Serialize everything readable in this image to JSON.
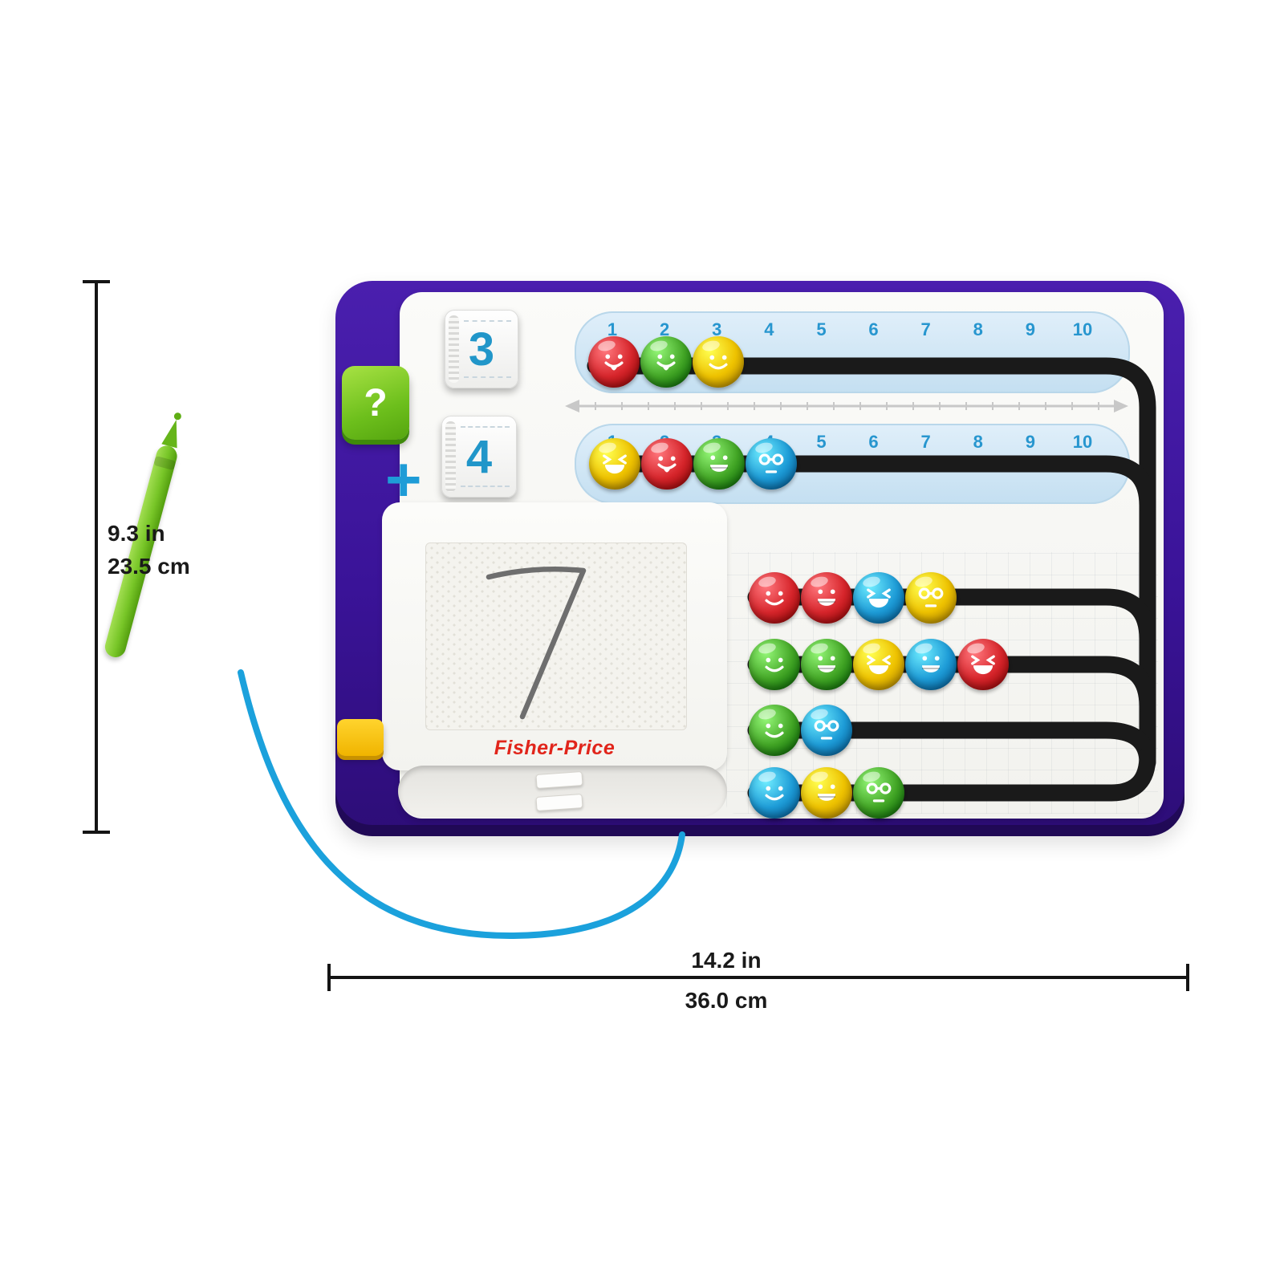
{
  "dimensions": {
    "height_in": "9.3 in",
    "height_cm": "23.5 cm",
    "width_in": "14.2 in",
    "width_cm": "36.0 cm"
  },
  "board": {
    "brand": "Fisher-Price",
    "question_button": "?",
    "plus_sign": "+",
    "dial_top": "3",
    "dial_bottom": "4",
    "drawn_numeral": "7",
    "track_numbers": [
      "1",
      "2",
      "3",
      "4",
      "5",
      "6",
      "7",
      "8",
      "9",
      "10"
    ],
    "track1_beads": [
      {
        "color": "red",
        "face": "tongue"
      },
      {
        "color": "green",
        "face": "tongue"
      },
      {
        "color": "yellow",
        "face": "smile"
      }
    ],
    "track2_beads": [
      {
        "color": "yellow",
        "face": "laugh"
      },
      {
        "color": "red",
        "face": "tongue"
      },
      {
        "color": "green",
        "face": "grin"
      },
      {
        "color": "blue",
        "face": "ooh"
      }
    ],
    "abacus_rows": [
      {
        "beads": [
          {
            "color": "red",
            "face": "smile"
          },
          {
            "color": "red",
            "face": "grin"
          },
          {
            "color": "blue",
            "face": "laugh"
          },
          {
            "color": "yellow",
            "face": "ooh"
          }
        ]
      },
      {
        "beads": [
          {
            "color": "green",
            "face": "smile"
          },
          {
            "color": "green",
            "face": "grin"
          },
          {
            "color": "yellow",
            "face": "laugh"
          },
          {
            "color": "blue",
            "face": "grin"
          },
          {
            "color": "red",
            "face": "laugh"
          }
        ]
      },
      {
        "beads": [
          {
            "color": "green",
            "face": "smile"
          },
          {
            "color": "blue",
            "face": "ooh"
          }
        ]
      },
      {
        "beads": [
          {
            "color": "blue",
            "face": "smile"
          },
          {
            "color": "yellow",
            "face": "grin"
          },
          {
            "color": "green",
            "face": "ooh"
          }
        ]
      }
    ],
    "colors": {
      "red": "#d7262c",
      "green": "#43a626",
      "yellow": "#eec200",
      "blue": "#1e9cd7",
      "base_purple": "#3a1398",
      "accent_lime": "#76c526",
      "number_blue": "#2796cf",
      "logo_red": "#e1251b",
      "cord_blue": "#1ba1dc",
      "track_path_black": "#1a1a1a"
    }
  }
}
